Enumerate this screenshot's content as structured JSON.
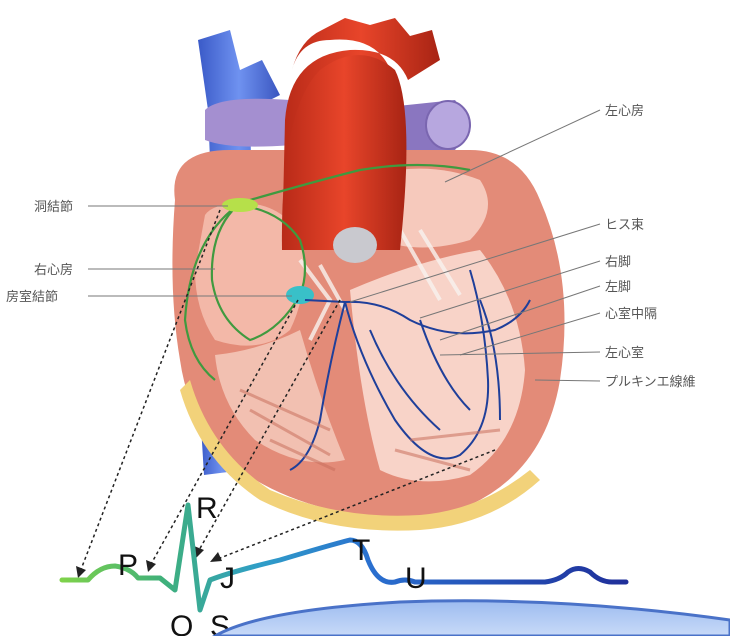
{
  "labels": {
    "left_atrium": "左心房",
    "sa_node": "洞結節",
    "right_atrium": "右心房",
    "av_node": "房室結節",
    "his_bundle": "ヒス束",
    "right_bundle": "右脚",
    "left_bundle": "左脚",
    "septum": "心室中隔",
    "left_ventricle": "左心室",
    "purkinje": "プルキンエ線維"
  },
  "ecg_labels": {
    "p": "P",
    "q": "Q",
    "r": "R",
    "s": "S",
    "t": "T",
    "j": "J",
    "u": "U"
  },
  "colors": {
    "aorta": "#d83a22",
    "vena_cava": "#4a6fd8",
    "pulmonary": "#9a86c8",
    "myocardium": "#e89a88",
    "chamber": "#f6cfc4",
    "fat": "#f2d27a",
    "conduction_green": "#3f9a3f",
    "conduction_blue": "#1f3f9a",
    "av_node": "#39c0c8",
    "sa_node": "#b6e04a",
    "bottom_shape": "#8fb0e8"
  }
}
